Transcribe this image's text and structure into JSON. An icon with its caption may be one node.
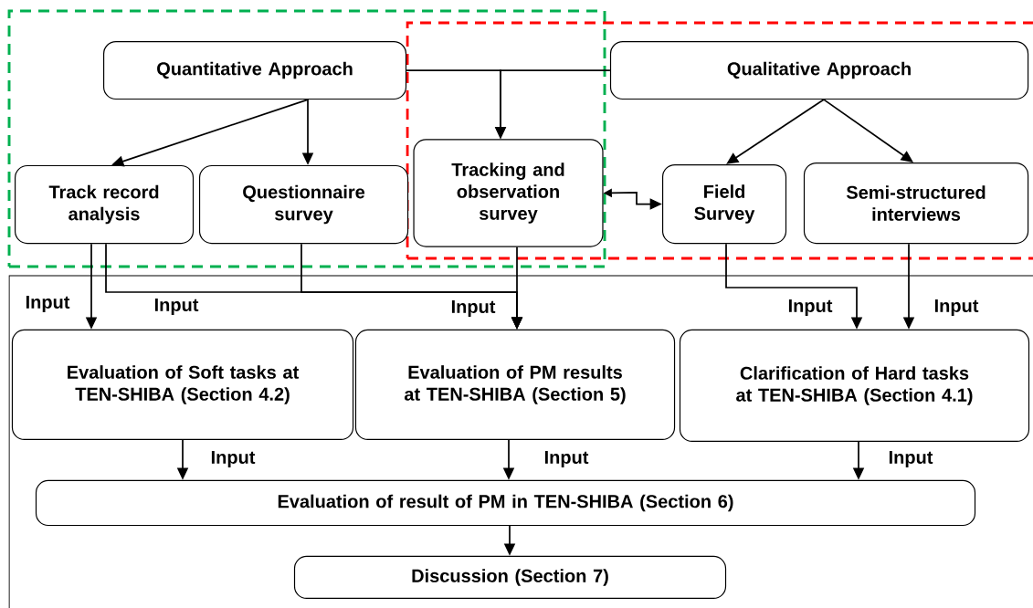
{
  "diagram": {
    "nodes": [
      {
        "text": [],
        "shape": "box"
      },
      {
        "text": [],
        "shape": "box"
      },
      {
        "text": [
          "Quantitative Approach"
        ],
        "in": 0
      },
      {
        "text": [
          "Qualitative Approach"
        ],
        "in": 1
      },
      {
        "text": [
          "Track record analysis"
        ],
        "in": 0
      },
      {
        "text": [
          "Questionnaire survey"
        ],
        "in": 0
      },
      {
        "text": [
          "Tracking and observation survey"
        ]
      },
      {
        "text": [
          "Field Survey"
        ],
        "in": 1
      },
      {
        "text": [
          "Semi-structured interviews"
        ],
        "in": 1
      },
      {
        "text": [],
        "shape": "box"
      },
      {
        "text": [
          "Evaluation of Soft tasks at TEN-SHIBA (Section 4.2)"
        ],
        "in": 9
      },
      {
        "text": [
          "Evaluation of PM results at TEN-SHIBA (Section 5)"
        ],
        "in": 9
      },
      {
        "text": [
          "Clarification of Hard tasks at TEN-SHIBA (Section 4.1)"
        ],
        "in": 9
      },
      {
        "text": [
          "Evaluation of result of PM in TEN-SHIBA (Section 6)"
        ],
        "in": 9
      },
      {
        "text": [
          "Discussion (Section 7)"
        ],
        "in": 9
      }
    ],
    "edges": [
      {
        "from": 2,
        "to": 4,
        "arrow": "to"
      },
      {
        "from": 2,
        "to": 5,
        "arrow": "to"
      },
      {
        "from": 2,
        "to": 6,
        "arrow": "to"
      },
      {
        "from": 3,
        "to": 6,
        "arrow": "to"
      },
      {
        "from": 3,
        "to": 7,
        "arrow": "to"
      },
      {
        "from": 3,
        "to": 8,
        "arrow": "to"
      },
      {
        "from": 6,
        "to": 7,
        "arrow": "both"
      },
      {
        "from": 4,
        "to": 10,
        "arrow": "to",
        "label": "Input"
      },
      {
        "from": 4,
        "to": 11,
        "arrow": "to",
        "label": "Input"
      },
      {
        "from": 5,
        "to": 11,
        "arrow": "to"
      },
      {
        "from": 6,
        "to": 11,
        "arrow": "to",
        "label": "Input"
      },
      {
        "from": 7,
        "to": 12,
        "arrow": "to",
        "label": "Input"
      },
      {
        "from": 8,
        "to": 12,
        "arrow": "to",
        "label": "Input"
      },
      {
        "from": 10,
        "to": 13,
        "arrow": "to",
        "label": "Input"
      },
      {
        "from": 11,
        "to": 13,
        "arrow": "to",
        "label": "Input"
      },
      {
        "from": 12,
        "to": 13,
        "arrow": "to",
        "label": "Input"
      },
      {
        "from": 13,
        "to": 14,
        "arrow": "to"
      }
    ]
  }
}
